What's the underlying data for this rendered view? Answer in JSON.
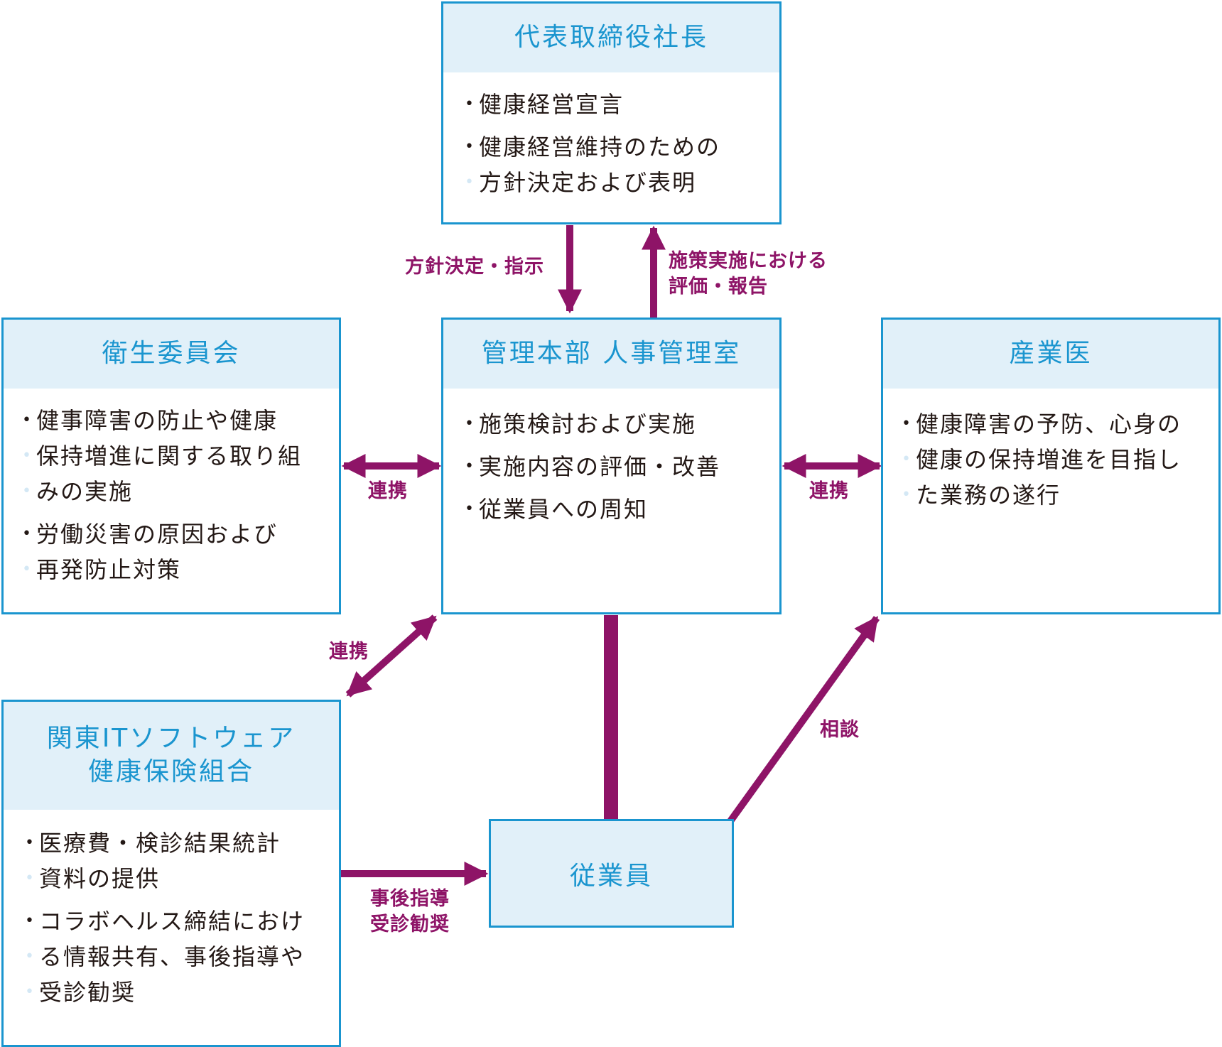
{
  "colors": {
    "box_border": "#1a95cf",
    "box_header_bg": "#e1f0f9",
    "arrow": "#8e1467",
    "text": "#231815"
  },
  "ceo": {
    "title": "代表取締役社長",
    "items": [
      [
        "健康経営宣言"
      ],
      [
        "健康経営維持のための",
        "方針決定および表明"
      ]
    ]
  },
  "hr": {
    "title": "管理本部 人事管理室",
    "items": [
      [
        "施策検討および実施"
      ],
      [
        "実施内容の評価・改善"
      ],
      [
        "従業員への周知"
      ]
    ]
  },
  "committee": {
    "title": "衛生委員会",
    "items": [
      [
        "健事障害の防止や健康",
        "保持増進に関する取り組",
        "みの実施"
      ],
      [
        "労働災害の原因および",
        "再発防止対策"
      ]
    ]
  },
  "doctor": {
    "title": "産業医",
    "items": [
      [
        "健康障害の予防、心身の",
        "健康の保持増進を目指し",
        "た業務の遂行"
      ]
    ]
  },
  "insurance": {
    "title_lines": [
      "関東ITソフトウェア",
      "健康保険組合"
    ],
    "items": [
      [
        "医療費・検診結果統計",
        "資料の提供"
      ],
      [
        "コラボヘルス締結におけ",
        "る情報共有、事後指導や",
        "受診勧奨"
      ]
    ]
  },
  "employee": {
    "title": "従業員"
  },
  "labels": {
    "policy": "方針決定・指示",
    "report_lines": [
      "施策実施における",
      "評価・報告"
    ],
    "link_left": "連携",
    "link_right": "連携",
    "link_insurance": "連携",
    "consult": "相談",
    "guidance_lines": [
      "事後指導",
      "受診勧奨"
    ]
  }
}
